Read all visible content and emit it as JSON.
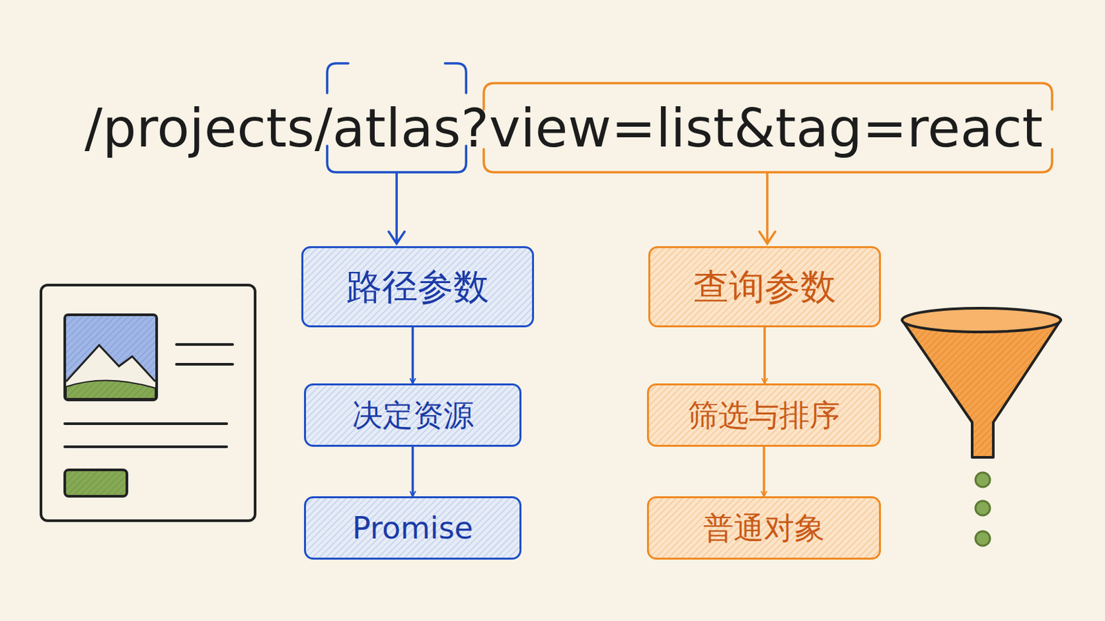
{
  "diagram": {
    "nodes": [
      {
        "text": [
          "路径参数"
        ]
      },
      {
        "text": [
          "决定资源"
        ]
      },
      {
        "text": [
          "Promise"
        ]
      },
      {
        "text": [
          "查询参数"
        ]
      },
      {
        "text": [
          "筛选与排序"
        ]
      },
      {
        "text": [
          "普通对象"
        ]
      }
    ],
    "edges": [
      {
        "from": 0,
        "to": 1,
        "arrow": "to"
      },
      {
        "from": 1,
        "to": 2,
        "arrow": "to"
      },
      {
        "from": 3,
        "to": 4,
        "arrow": "to"
      },
      {
        "from": 4,
        "to": 5,
        "arrow": "to"
      }
    ],
    "labels": [
      "/projects/",
      "atlas",
      "?",
      "view=list&tag=react"
    ]
  }
}
